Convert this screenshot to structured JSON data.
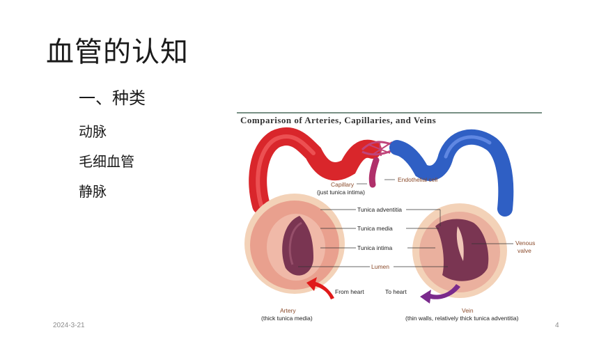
{
  "slide": {
    "title": "血管的认知",
    "section_heading": "一、种类",
    "bullets": [
      "动脉",
      "毛细血管",
      "静脉"
    ],
    "date": "2024-3-21",
    "page_number": "4"
  },
  "figure": {
    "title": "Comparison of Arteries, Capillaries, and Veins",
    "labels": {
      "capillary": "Capillary",
      "capillary_sub": "(just tunica intima)",
      "endothelial_cell": "Endothelial cell",
      "tunica_adventitia": "Tunica adventitia",
      "tunica_media": "Tunica media",
      "tunica_intima": "Tunica intima",
      "lumen": "Lumen",
      "venous_valve_1": "Venous",
      "venous_valve_2": "valve",
      "from_heart": "From heart",
      "to_heart": "To heart",
      "artery": "Artery",
      "artery_sub": "(thick tunica media)",
      "vein": "Vein",
      "vein_sub": "(thin walls, relatively thick tunica adventitia)"
    },
    "colors": {
      "artery": "#d9262b",
      "vein": "#2f5fc4",
      "capillary": "#c0447a",
      "wall": "#e9a08e",
      "adventitia": "#f3d2b8",
      "lumen": "#7a3552",
      "arrow_red": "#e01a1a",
      "arrow_purple": "#7a2a8c"
    }
  }
}
